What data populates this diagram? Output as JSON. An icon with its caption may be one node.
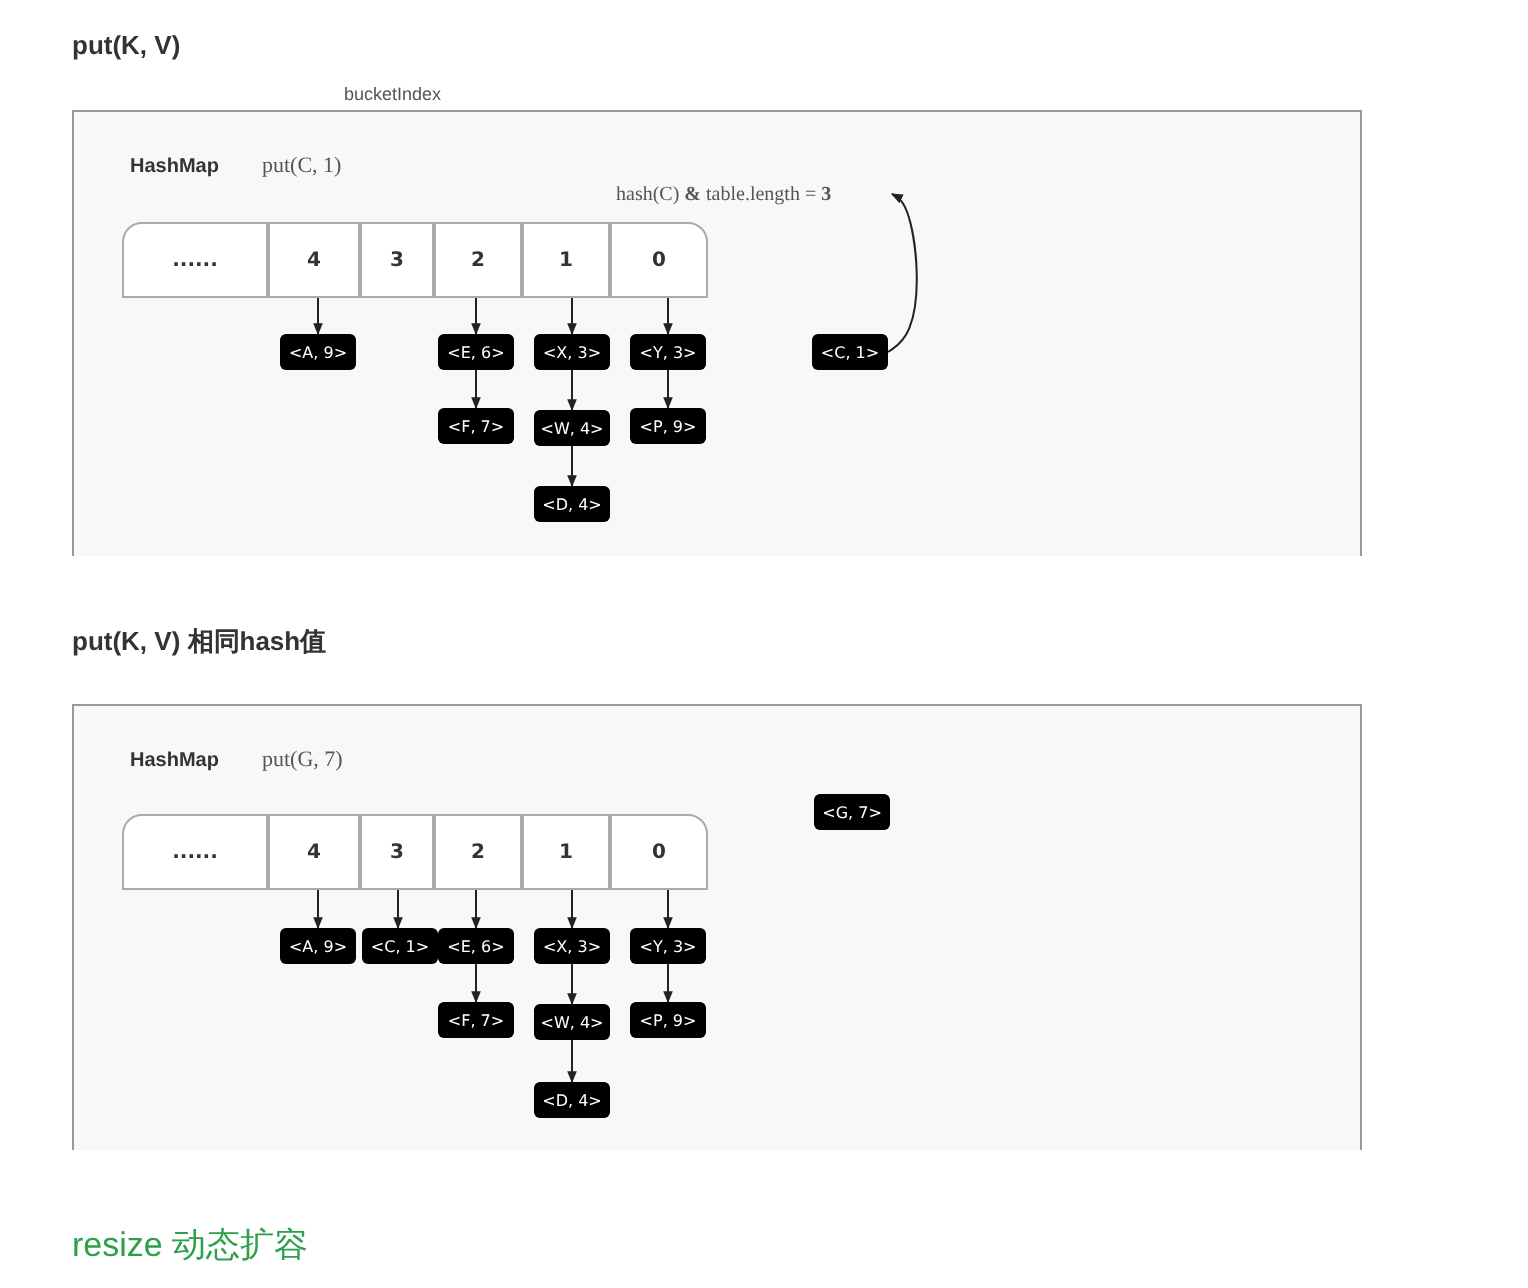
{
  "diagram": {
    "nodes": [
      {
        "text": [
          "......"
        ]
      },
      {
        "text": [
          "4"
        ]
      },
      {
        "text": [
          "3"
        ]
      },
      {
        "text": [
          "2"
        ]
      },
      {
        "text": [
          "1"
        ]
      },
      {
        "text": [
          "0"
        ]
      },
      {
        "text": [
          "<A, 9>"
        ]
      },
      {
        "text": [
          "<E, 6>"
        ]
      },
      {
        "text": [
          "<X, 3>"
        ]
      },
      {
        "text": [
          "<Y, 3>"
        ]
      },
      {
        "text": [
          "<F, 7>"
        ]
      },
      {
        "text": [
          "<W, 4>"
        ]
      },
      {
        "text": [
          "<P, 9>"
        ]
      },
      {
        "text": [
          "<D, 4>"
        ]
      },
      {
        "text": [
          "<C, 1>"
        ]
      },
      {
        "text": [
          "hash(C) **&** table.length = **3**"
        ]
      },
      {
        "text": [
          "......"
        ]
      },
      {
        "text": [
          "4"
        ]
      },
      {
        "text": [
          "3"
        ]
      },
      {
        "text": [
          "2"
        ]
      },
      {
        "text": [
          "1"
        ]
      },
      {
        "text": [
          "0"
        ]
      },
      {
        "text": [
          "<G, 7>"
        ]
      },
      {
        "text": [
          "<A, 9>"
        ]
      },
      {
        "text": [
          "<C, 1>"
        ]
      },
      {
        "text": [
          "<E, 6>"
        ]
      },
      {
        "text": [
          "<X, 3>"
        ]
      },
      {
        "text": [
          "<Y, 3>"
        ]
      },
      {
        "text": [
          "<F, 7>"
        ]
      },
      {
        "text": [
          "<W, 4>"
        ]
      },
      {
        "text": [
          "<P, 9>"
        ]
      },
      {
        "text": [
          "<D, 4>"
        ]
      }
    ],
    "edges": [
      {
        "from": 1,
        "to": 6,
        "arrow": "to"
      },
      {
        "from": 3,
        "to": 7,
        "arrow": "to"
      },
      {
        "from": 4,
        "to": 8,
        "arrow": "to"
      },
      {
        "from": 5,
        "to": 9,
        "arrow": "to"
      },
      {
        "from": 7,
        "to": 10,
        "arrow": "to"
      },
      {
        "from": 8,
        "to": 11,
        "arrow": "to"
      },
      {
        "from": 11,
        "to": 13,
        "arrow": "to"
      },
      {
        "from": 9,
        "to": 12,
        "arrow": "to"
      },
      {
        "from": 14,
        "to": 15,
        "arrow": "to"
      },
      {
        "from": 17,
        "to": 23,
        "arrow": "to"
      },
      {
        "from": 18,
        "to": 24,
        "arrow": "to"
      },
      {
        "from": 19,
        "to": 25,
        "arrow": "to"
      },
      {
        "from": 20,
        "to": 26,
        "arrow": "to"
      },
      {
        "from": 21,
        "to": 27,
        "arrow": "to"
      },
      {
        "from": 25,
        "to": 28,
        "arrow": "to"
      },
      {
        "from": 26,
        "to": 29,
        "arrow": "to"
      },
      {
        "from": 29,
        "to": 31,
        "arrow": "to"
      },
      {
        "from": 27,
        "to": 30,
        "arrow": "to"
      }
    ],
    "labels": [
      "put(K, V)",
      "bucketIndex",
      "HashMap",
      "put(C, 1)",
      "put(K, V) 相同hash值",
      "HashMap",
      "put(G, 7)",
      "resize 动态扩容"
    ]
  }
}
